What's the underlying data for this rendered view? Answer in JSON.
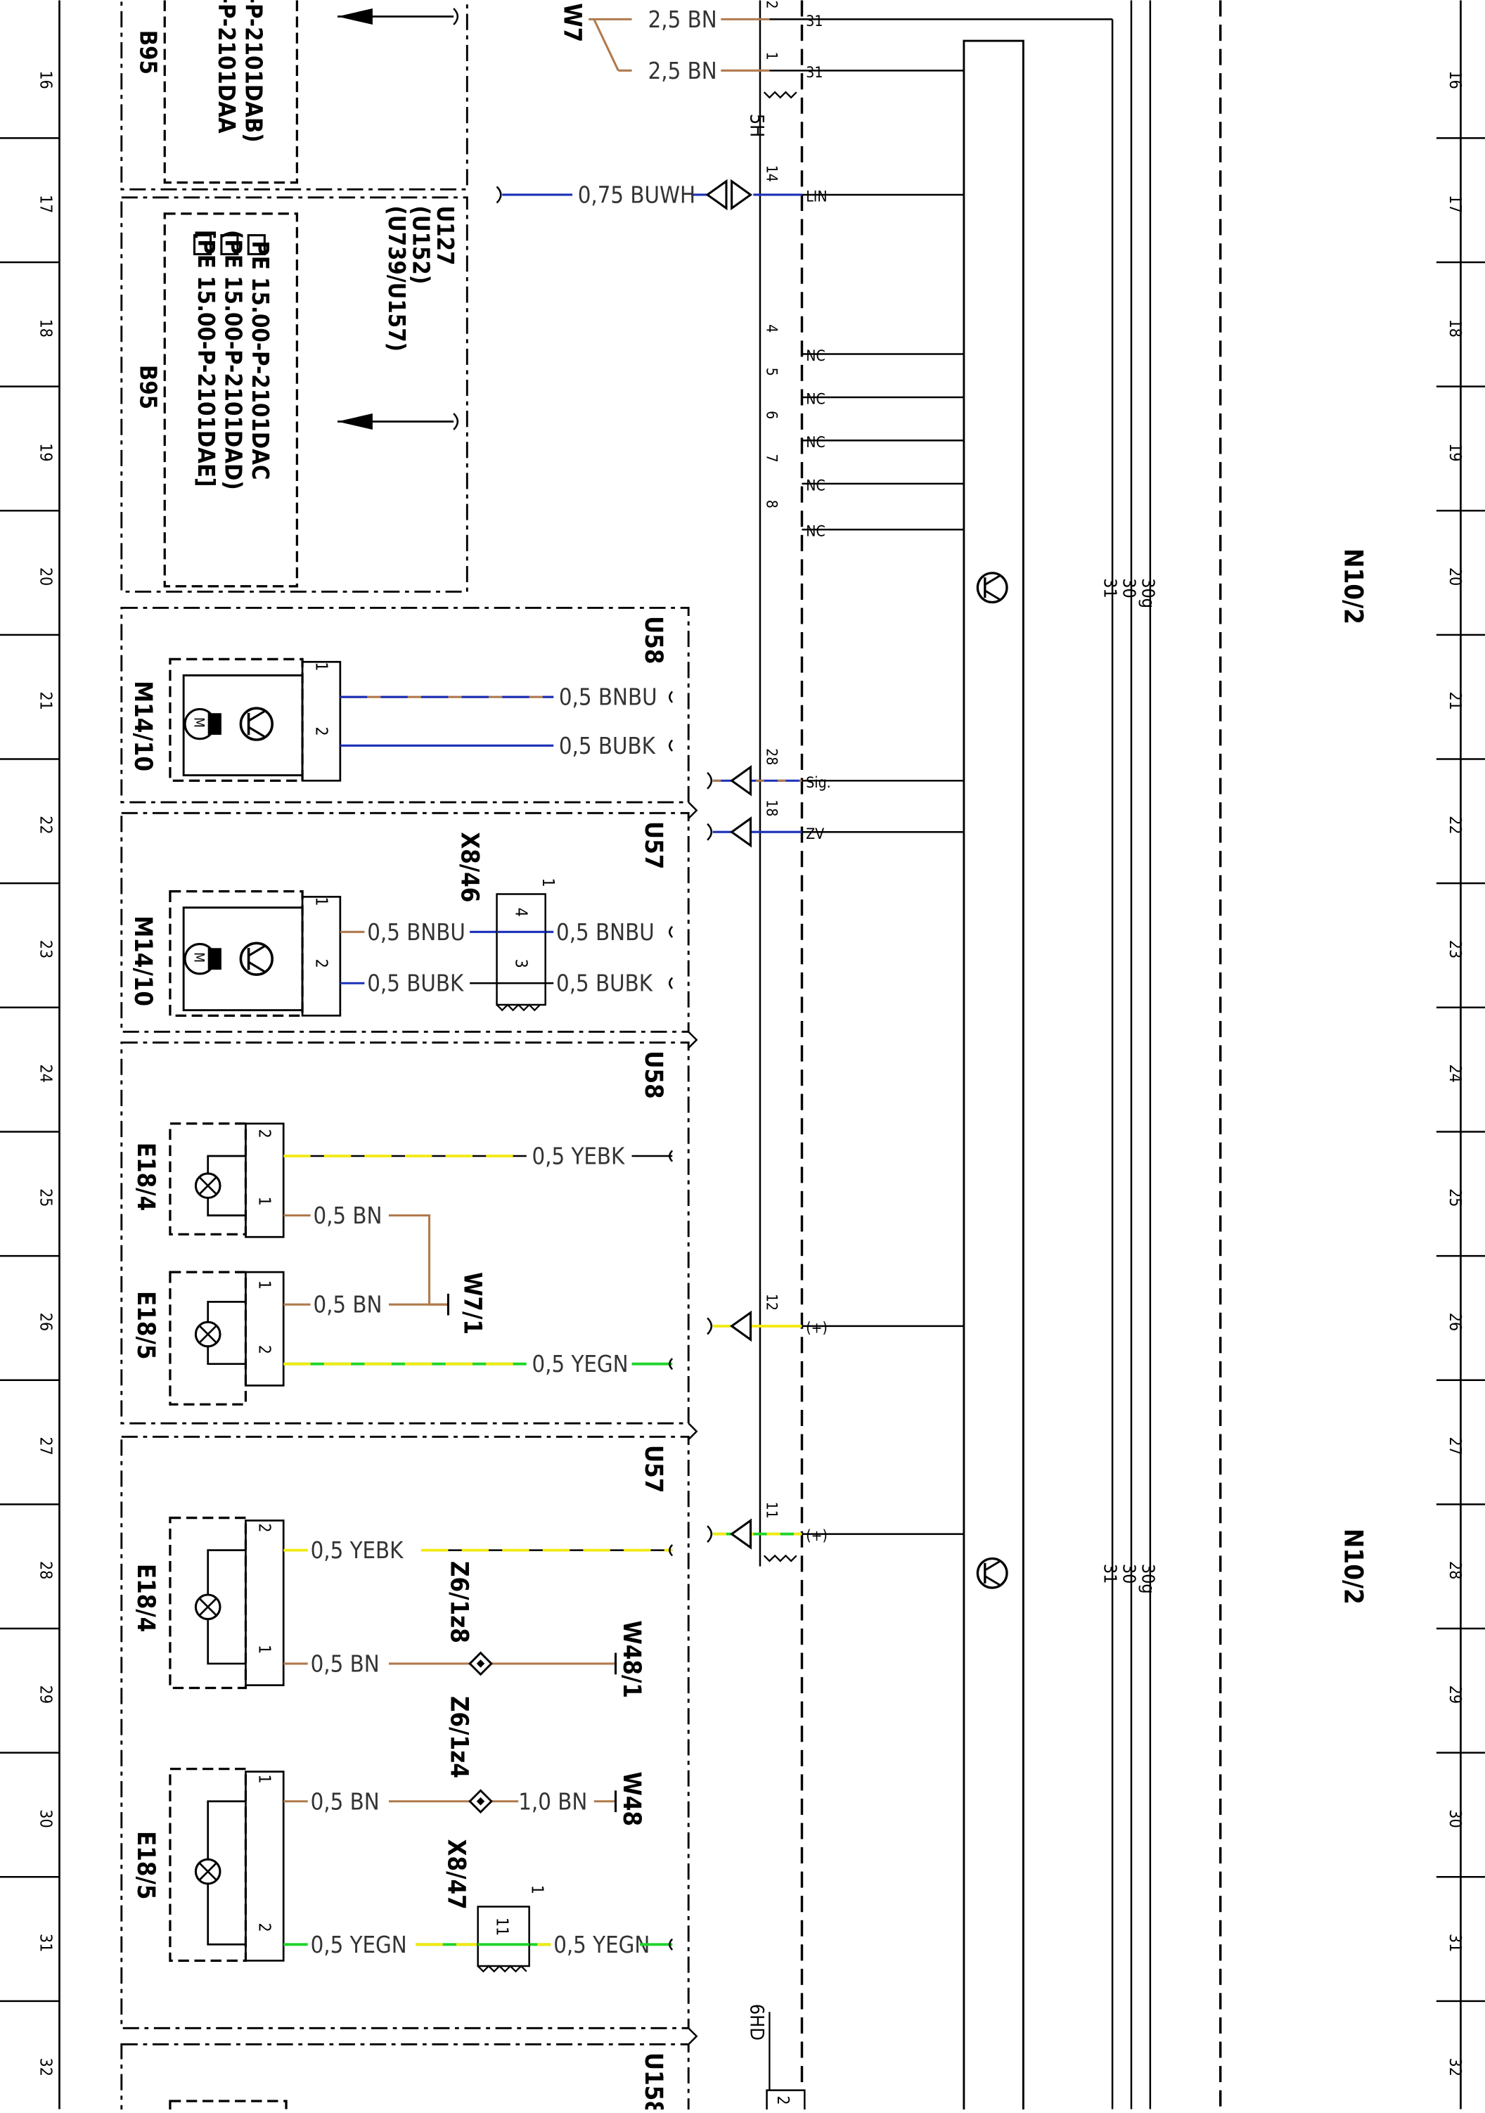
{
  "colors": {
    "black": "#000000",
    "brown": "#b07a4e",
    "blue": "#1a2fb8",
    "yellow": "#f2ea10",
    "green": "#1fd42a",
    "white": "#ffffff"
  },
  "grid": {
    "rows": [
      "16",
      "17",
      "18",
      "19",
      "20",
      "21",
      "22",
      "23",
      "24",
      "25",
      "26",
      "27",
      "28",
      "29",
      "30",
      "31",
      "32"
    ]
  },
  "top_block": {
    "ref_cut": "B95",
    "variants_cut": [
      "-P-2101DAA",
      "-P-2101DAB)"
    ]
  },
  "b95_block": {
    "unit": "U127",
    "unit_sub1": "(U152)",
    "unit_sub2": "(U739/U157)",
    "ref": "B95",
    "variant1": "PE 15.00-P-2101DAC",
    "variant2": "(PE 15.00-P-2101DAD)",
    "variant3": "[PE 15.00-P-2101DAE]"
  },
  "ground_top": {
    "ground_label": "W7",
    "wire1": "2,5 BN",
    "wire2": "2,5 BN",
    "pin_a": "2",
    "pin_b": "1",
    "signal_a": "31",
    "signal_b": "31",
    "connector": "5H"
  },
  "lin": {
    "wire": "0,75 BUWH",
    "pin": "14",
    "signal": "LIN"
  },
  "nc_pins": [
    {
      "pin": "4",
      "signal": "NC"
    },
    {
      "pin": "5",
      "signal": "NC"
    },
    {
      "pin": "6",
      "signal": "NC"
    },
    {
      "pin": "7",
      "signal": "NC"
    },
    {
      "pin": "8",
      "signal": "NC"
    }
  ],
  "module": {
    "name1": "N10/2",
    "name2": "N10/2",
    "bus_31": "31",
    "bus_30": "30",
    "bus_30g": "30g"
  },
  "motor_u58": {
    "variant": "U58",
    "component": "M14/10",
    "motor_label": "M",
    "pin1": "1",
    "pin2": "2",
    "wire1": "0,5 BNBU",
    "wire2": "0,5 BUBK"
  },
  "sig_zv": {
    "pin_sig": "28",
    "pin_zv": "18",
    "signal_sig": "Sig.",
    "signal_zv": "ZV"
  },
  "motor_u57": {
    "variant": "U57",
    "component": "M14/10",
    "motor_label": "M",
    "pin1": "1",
    "pin2": "2",
    "wire1_left": "0,5 BNBU",
    "wire2_left": "0,5 BUBK",
    "wire1_right": "0,5 BNBU",
    "wire2_right": "0,5 BUBK",
    "connector": "X8/46",
    "conn_pin_top": "1",
    "conn_pin_a": "4",
    "conn_pin_b": "3"
  },
  "lamps_u58": {
    "variant": "U58",
    "lamp1": "E18/4",
    "lamp2": "E18/5",
    "l1_pin2": "2",
    "l1_pin1": "1",
    "l2_pin1": "1",
    "l2_pin2": "2",
    "wire_yebk": "0,5 YEBK",
    "wire_bn1": "0,5 BN",
    "wire_bn2": "0,5 BN",
    "wire_yegn": "0,5 YEGN",
    "ground": "W7/1"
  },
  "plus_pins": [
    {
      "pin": "12",
      "signal": "(+)"
    },
    {
      "pin": "11",
      "signal": "(+)"
    }
  ],
  "lamps_u57": {
    "variant": "U57",
    "lamp1": "E18/4",
    "lamp2": "E18/5",
    "l1_pin2": "2",
    "l1_pin1": "1",
    "l2_pin1": "1",
    "l2_pin2": "2",
    "wire_yebk": "0,5 YEBK",
    "wire_bn1": "0,5 BN",
    "wire_bn2": "0,5 BN",
    "wire_bn3": "1,0 BN",
    "wire_yegn_left": "0,5 YEGN",
    "wire_yegn_right": "0,5 YEGN",
    "splice1": "Z6/1z8",
    "splice2": "Z6/1z4",
    "ground1": "W48/1",
    "ground2": "W48",
    "connector": "X8/47",
    "conn_pin_top": "1",
    "conn_pin": "11"
  },
  "bottom": {
    "variant": "U158",
    "connector": "6HD",
    "pin": "2"
  }
}
